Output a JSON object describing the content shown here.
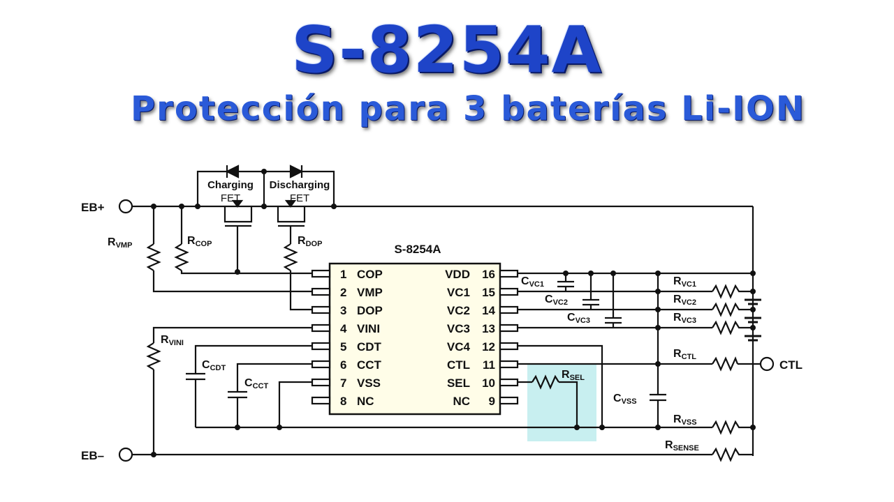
{
  "title": "S-8254A",
  "subtitle": "Protección para 3 baterías Li-ION",
  "ic": {
    "name": "S-8254A",
    "left_pins": [
      {
        "num": "1",
        "name": "COP"
      },
      {
        "num": "2",
        "name": "VMP"
      },
      {
        "num": "3",
        "name": "DOP"
      },
      {
        "num": "4",
        "name": "VINI"
      },
      {
        "num": "5",
        "name": "CDT"
      },
      {
        "num": "6",
        "name": "CCT"
      },
      {
        "num": "7",
        "name": "VSS"
      },
      {
        "num": "8",
        "name": "NC"
      }
    ],
    "right_pins": [
      {
        "num": "16",
        "name": "VDD"
      },
      {
        "num": "15",
        "name": "VC1"
      },
      {
        "num": "14",
        "name": "VC2"
      },
      {
        "num": "13",
        "name": "VC3"
      },
      {
        "num": "12",
        "name": "VC4"
      },
      {
        "num": "11",
        "name": "CTL"
      },
      {
        "num": "10",
        "name": "SEL"
      },
      {
        "num": "9",
        "name": "NC"
      }
    ]
  },
  "terminals": {
    "eb_plus": "EB+",
    "eb_minus": "EB–",
    "ctl": "CTL"
  },
  "fets": {
    "charging_line1": "Charging",
    "charging_line2": "FET",
    "discharging_line1": "Discharging",
    "discharging_line2": "FET"
  },
  "components": {
    "rvmp": {
      "base": "R",
      "sub": "VMP"
    },
    "rcop": {
      "base": "R",
      "sub": "COP"
    },
    "rdop": {
      "base": "R",
      "sub": "DOP"
    },
    "rvini": {
      "base": "R",
      "sub": "VINI"
    },
    "ccdt": {
      "base": "C",
      "sub": "CDT"
    },
    "ccct": {
      "base": "C",
      "sub": "CCT"
    },
    "cvc1": {
      "base": "C",
      "sub": "VC1"
    },
    "cvc2": {
      "base": "C",
      "sub": "VC2"
    },
    "cvc3": {
      "base": "C",
      "sub": "VC3"
    },
    "rvc1": {
      "base": "R",
      "sub": "VC1"
    },
    "rvc2": {
      "base": "R",
      "sub": "VC2"
    },
    "rvc3": {
      "base": "R",
      "sub": "VC3"
    },
    "rctl": {
      "base": "R",
      "sub": "CTL"
    },
    "rsel": {
      "base": "R",
      "sub": "SEL"
    },
    "cvss": {
      "base": "C",
      "sub": "VSS"
    },
    "rvss": {
      "base": "R",
      "sub": "VSS"
    },
    "rsense": {
      "base": "R",
      "sub": "SENSE"
    }
  },
  "highlight_color": "#c8eff0",
  "title_color": "#1e44c8"
}
